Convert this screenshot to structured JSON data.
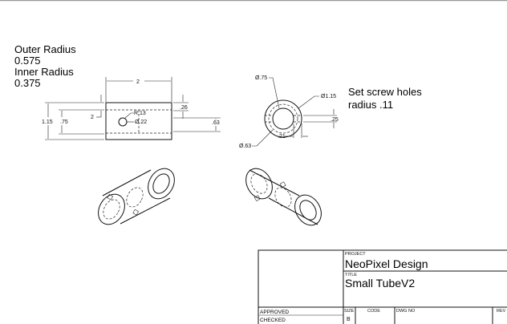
{
  "notes": {
    "outer_radius_label": "Outer Radius",
    "outer_radius_value": "0.575",
    "inner_radius_label": "Inner Radius",
    "inner_radius_value": "0.375",
    "set_screw_line1": "Set screw holes",
    "set_screw_line2": "radius .11"
  },
  "front_view": {
    "length": "2",
    "outer_dia": "1.15",
    "inner_dia": ".75",
    "hole_offset": "2",
    "hole_radius": "R.13",
    "hole_dia": "Ø.22",
    "top_offset": ".26",
    "hole_span": ".63"
  },
  "side_view": {
    "inner_dia": "Ø.75",
    "outer_dia": "Ø1.15",
    "hole_circle_dia": "Ø.63",
    "hole_width": ".25",
    "hole_depth": ".21"
  },
  "title_block": {
    "project_label": "PROJECT",
    "project": "NeoPixel Design",
    "title_label": "TITLE",
    "title": "Small TubeV2",
    "approved_label": "APPROVED",
    "checked_label": "CHECKED",
    "size_label": "SIZE",
    "size": "B",
    "code_label": "CODE",
    "dwg_no_label": "DWG NO",
    "rev_label": "REV"
  }
}
